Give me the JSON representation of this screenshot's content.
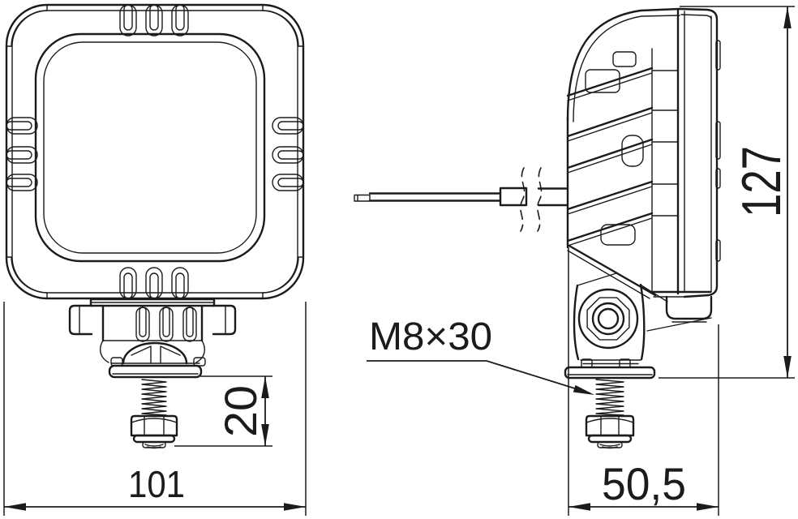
{
  "drawing": {
    "colors": {
      "line": "#1b1b1b",
      "background": "#ffffff"
    },
    "dimensions": {
      "width_mm": "101",
      "stud_length_mm": "20",
      "height_mm": "127",
      "depth_mm": "50,5",
      "bolt_spec": "M8×30"
    }
  }
}
